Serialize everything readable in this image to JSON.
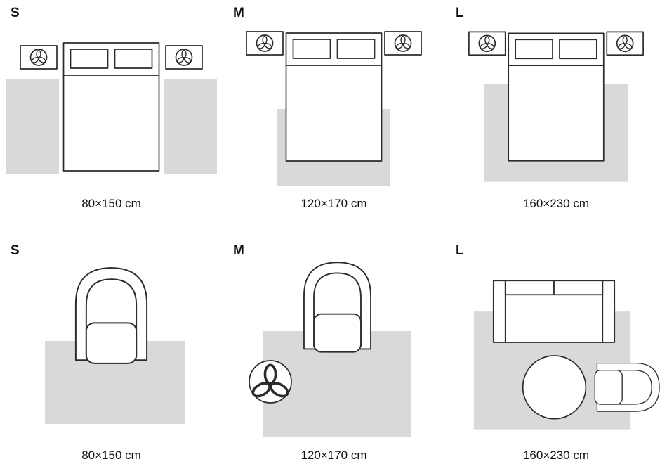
{
  "sections": {
    "top": [
      {
        "label": "S",
        "caption": "80×150 cm"
      },
      {
        "label": "M",
        "caption": "120×170 cm"
      },
      {
        "label": "L",
        "caption": "160×230 cm"
      }
    ],
    "bottom": [
      {
        "label": "S",
        "caption": "80×150 cm"
      },
      {
        "label": "M",
        "caption": "120×170 cm"
      },
      {
        "label": "L",
        "caption": "160×230 cm"
      }
    ]
  },
  "icons": {
    "lamp": "circle with 3-petal fan glyph",
    "plant": "circle with 3-leaf plant glyph"
  },
  "colors": {
    "rug": "#d9d9d9",
    "line": "#2b2b2b",
    "text": "#111111",
    "bg": "#ffffff"
  }
}
